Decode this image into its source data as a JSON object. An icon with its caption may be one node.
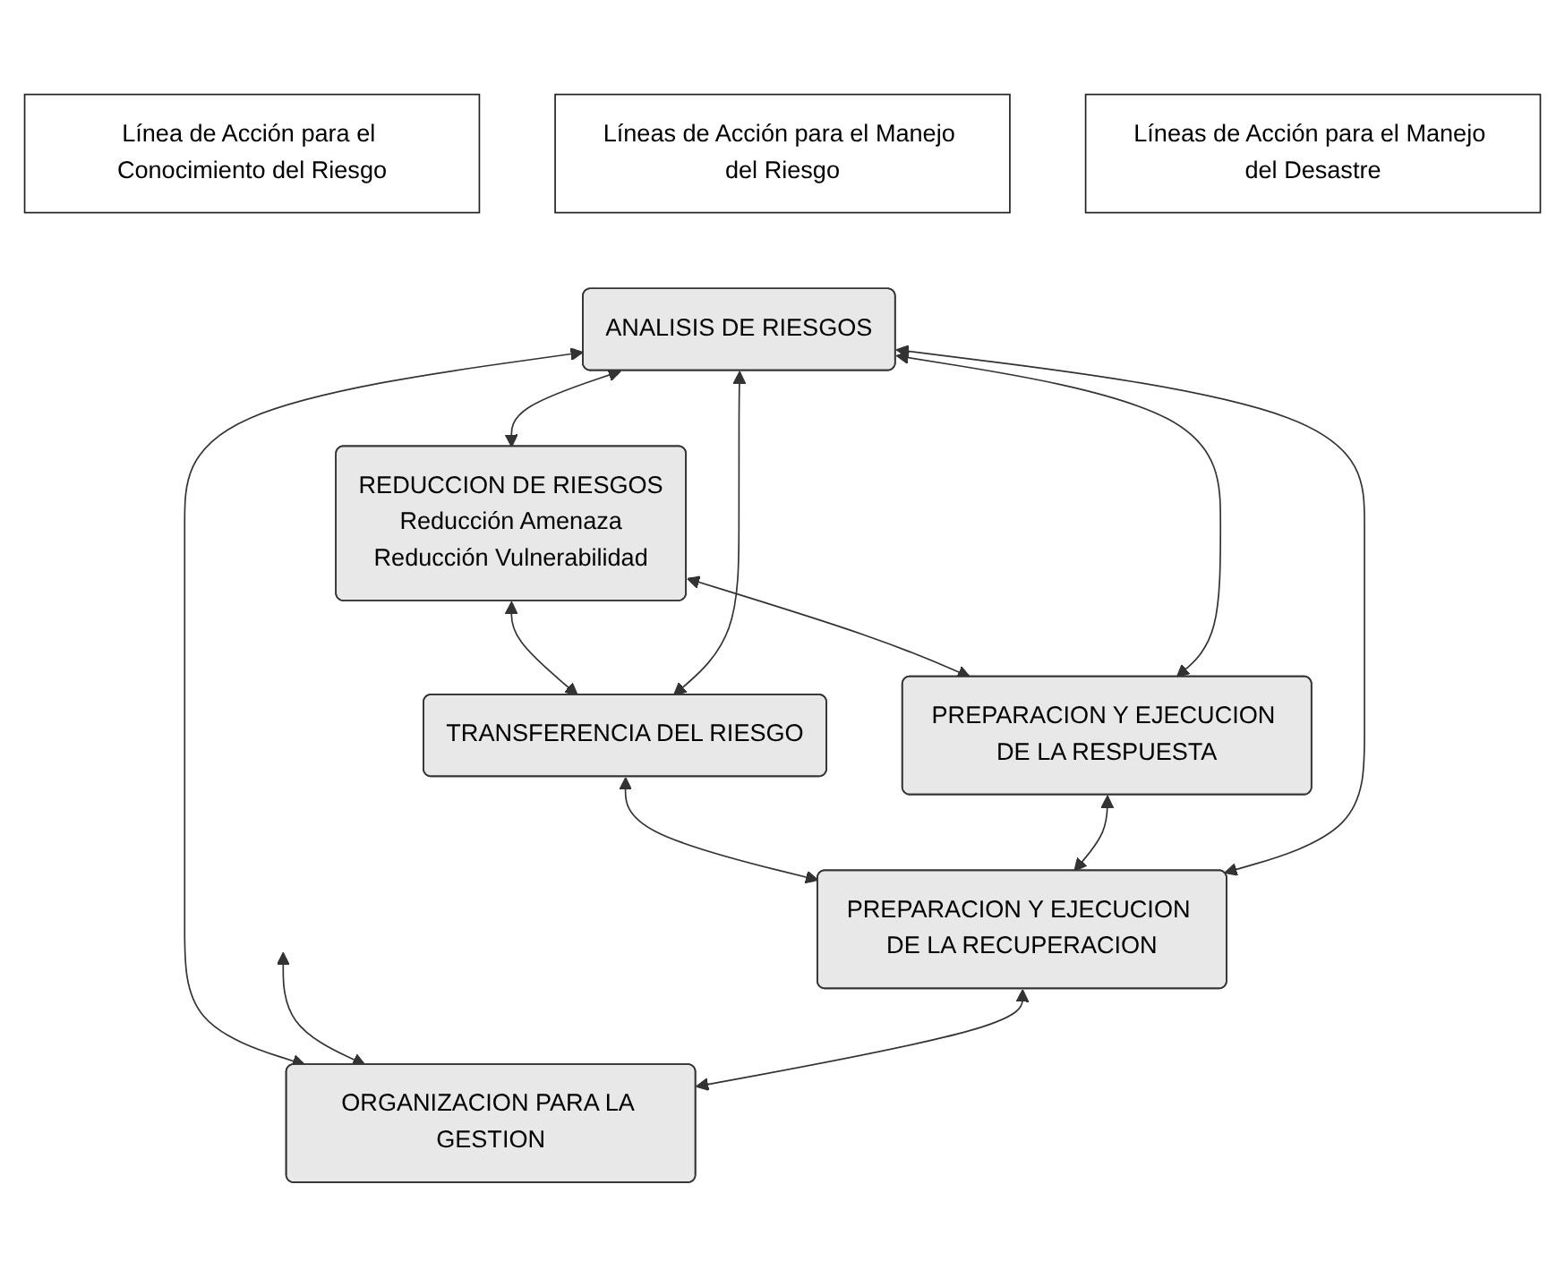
{
  "diagram": {
    "nodes": [
      {
        "text": [
          "Línea de Acción para el Conocimiento del Riesgo"
        ]
      },
      {
        "text": [
          "Líneas de Acción para el Manejo del Riesgo"
        ]
      },
      {
        "text": [
          "Líneas de Acción para el Manejo del Desastre"
        ]
      },
      {
        "text": [
          "ANALISIS DE RIESGOS"
        ]
      },
      {
        "text": [
          "REDUCCION DE RIESGOS",
          "Reducción Amenaza",
          "Reducción Vulnerabilidad"
        ]
      },
      {
        "text": [
          "TRANSFERENCIA DEL RIESGO"
        ]
      },
      {
        "text": [
          "PREPARACION Y EJECUCION DE LA RESPUESTA"
        ]
      },
      {
        "text": [
          "PREPARACION Y EJECUCION DE LA RECUPERACION"
        ]
      },
      {
        "text": [
          "ORGANIZACION PARA LA GESTION"
        ]
      }
    ],
    "edges": [
      {
        "from": 3,
        "to": 4,
        "arrow": "both"
      },
      {
        "from": 4,
        "to": 5,
        "arrow": "both"
      },
      {
        "from": 3,
        "to": 5,
        "arrow": "both"
      },
      {
        "from": 4,
        "to": 6,
        "arrow": "both"
      },
      {
        "from": 3,
        "to": 6,
        "arrow": "both"
      },
      {
        "from": 5,
        "to": 7,
        "arrow": "both"
      },
      {
        "from": 6,
        "to": 7,
        "arrow": "both"
      },
      {
        "from": 3,
        "to": 7,
        "arrow": "both"
      },
      {
        "from": 3,
        "to": 8,
        "arrow": "both"
      },
      {
        "from": null,
        "to": 8,
        "arrow": "both"
      },
      {
        "from": 7,
        "to": 8,
        "arrow": "both"
      }
    ]
  }
}
